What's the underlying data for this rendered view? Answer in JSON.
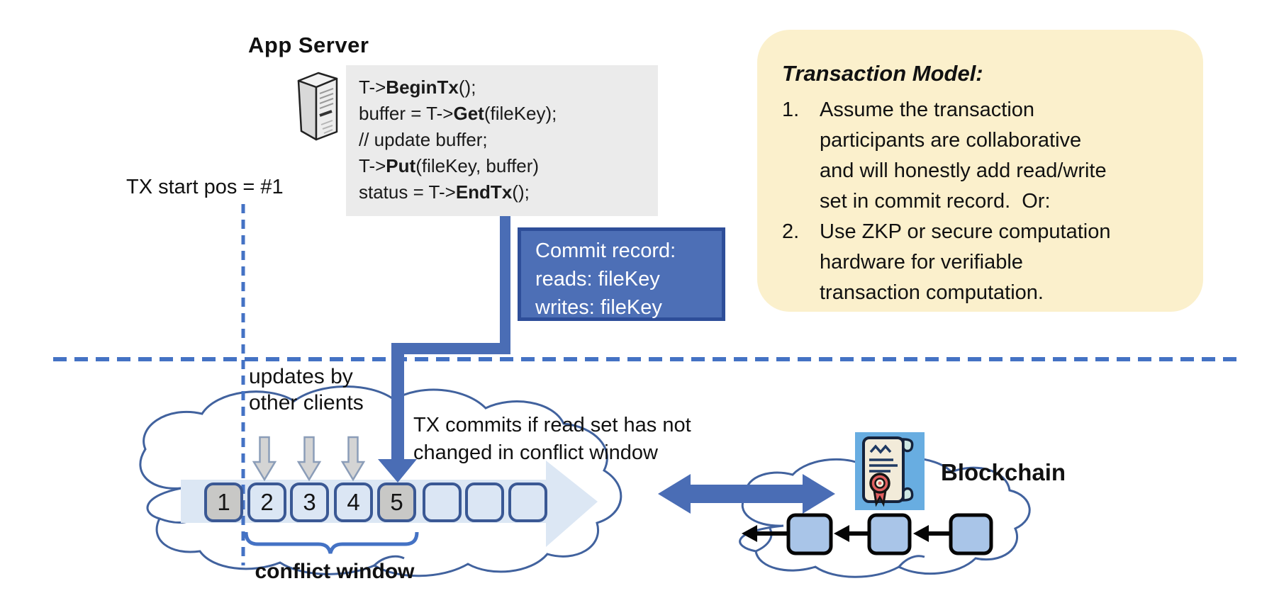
{
  "colors": {
    "accent_blue": "#4472c4",
    "connector_blue": "#4a6db5",
    "commit_fill": "#4d6fb6",
    "commit_border": "#2e4e99",
    "slot_border": "#3a5894",
    "slot_light": "#dbe6f4",
    "slot_gray": "#c8c8c6",
    "band_fill": "#dce7f4",
    "cloud_stroke": "#41629e",
    "code_bg": "#ebebeb",
    "note_bg": "#fbf0cc",
    "block_fill": "#a9c5e8",
    "cert_icon_bg": "#68ade1"
  },
  "app_server": {
    "label": "App Server",
    "icon": "server-icon"
  },
  "code_block": {
    "lines": [
      {
        "pre": "T->",
        "bold": "BeginTx",
        "post": "();"
      },
      {
        "pre": "buffer = T->",
        "bold": "Get",
        "post": "(fileKey);"
      },
      {
        "pre": "// update buffer;",
        "bold": "",
        "post": ""
      },
      {
        "pre": "T->",
        "bold": "Put",
        "post": "(fileKey, buffer)"
      },
      {
        "pre": "status = T->",
        "bold": "EndTx",
        "post": "();"
      }
    ]
  },
  "tx_start": {
    "label": "TX start pos = #1"
  },
  "commit_record": {
    "lines": [
      "Commit record:",
      "reads: fileKey",
      "writes: fileKey"
    ]
  },
  "transaction_model": {
    "title": "Transaction Model:",
    "items": [
      {
        "num": "1.",
        "lines": [
          "Assume the transaction",
          "participants are collaborative",
          "and will honestly add read/write",
          "set in commit record.  Or:"
        ]
      },
      {
        "num": "2.",
        "lines": [
          "Use ZKP or secure computation",
          "hardware for verifiable",
          "transaction computation."
        ]
      }
    ]
  },
  "timeline": {
    "updates_label": [
      "updates by",
      "other clients"
    ],
    "commit_note": [
      "TX commits if read set has not",
      "changed in conflict window"
    ],
    "conflict_window_label": "conflict window",
    "slots": [
      "1",
      "2",
      "3",
      "4",
      "5",
      "",
      "",
      ""
    ]
  },
  "blockchain": {
    "label": "Blockchain",
    "icon": "certificate-seal-icon"
  }
}
